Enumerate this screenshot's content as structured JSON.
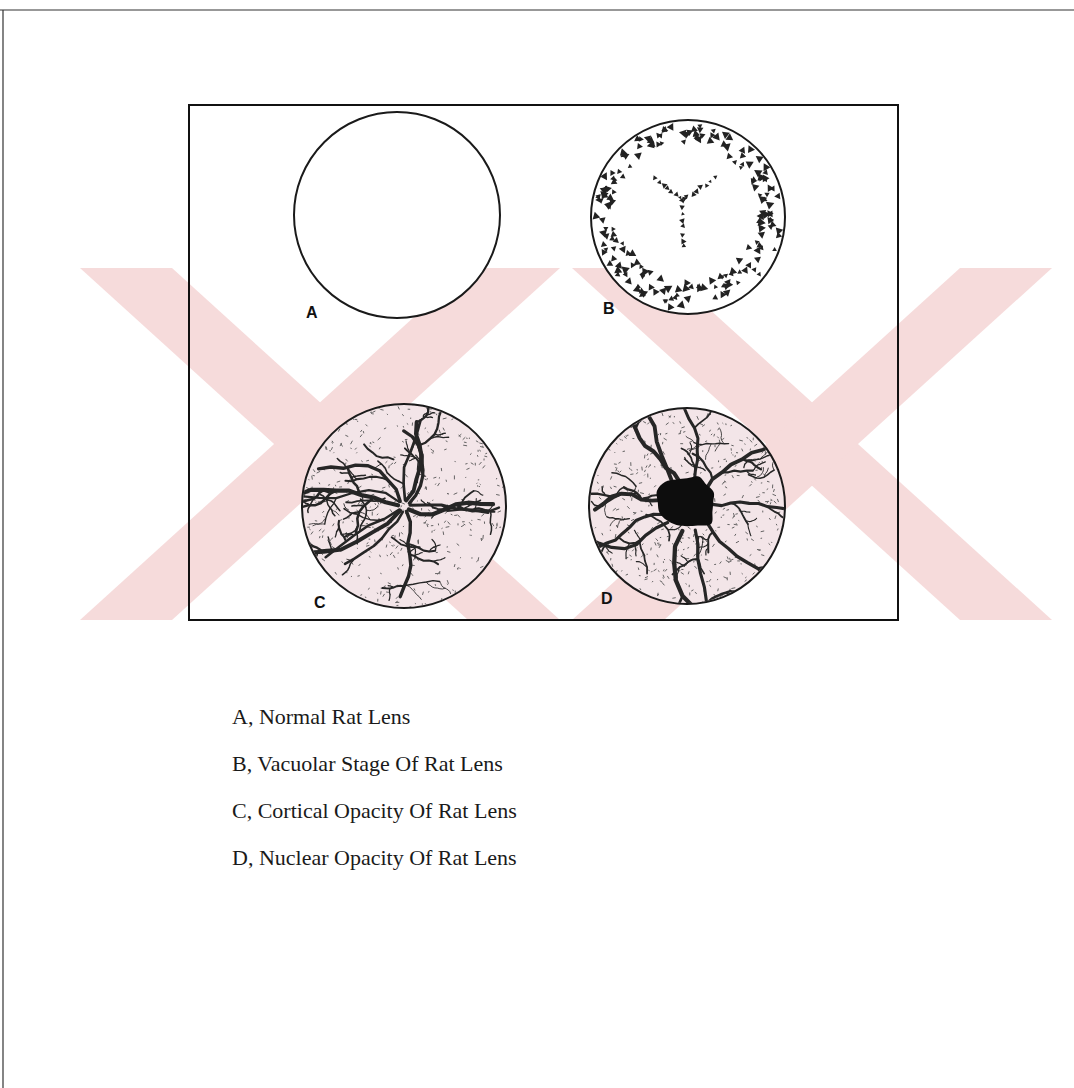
{
  "diagram": {
    "nodes": [
      {
        "text": [
          "A"
        ]
      },
      {
        "text": [
          "B"
        ]
      },
      {
        "text": [
          "C"
        ]
      },
      {
        "text": [
          "D"
        ]
      }
    ],
    "labels": [
      "A, Normal Rat Lens",
      "B, Vacuolar Stage Of Rat Lens",
      "C, Cortical Opacity Of Rat Lens",
      "D, Nuclear Opacity Of Rat Lens"
    ]
  }
}
